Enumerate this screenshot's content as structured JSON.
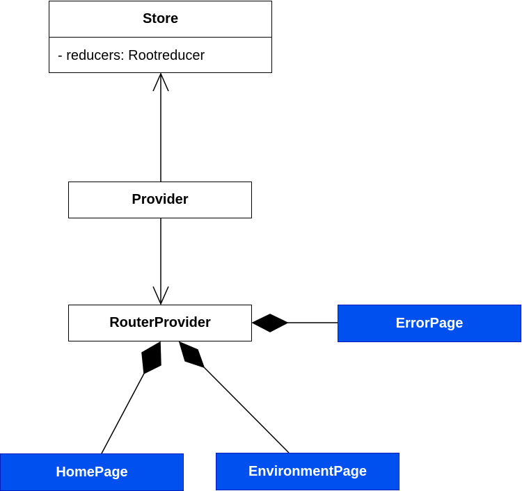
{
  "diagram": {
    "nodes": {
      "store": {
        "title": "Store",
        "attribute": "- reducers: Rootreducer"
      },
      "provider": {
        "title": "Provider"
      },
      "router_provider": {
        "title": "RouterProvider"
      },
      "error_page": {
        "title": "ErrorPage",
        "fill": "#0050ef"
      },
      "home_page": {
        "title": "HomePage",
        "fill": "#0050ef"
      },
      "environment_page": {
        "title": "EnvironmentPage",
        "fill": "#0050ef"
      }
    },
    "edges": [
      {
        "from": "provider",
        "to": "store",
        "type": "dependency-open-arrow"
      },
      {
        "from": "provider",
        "to": "router_provider",
        "type": "dependency-open-arrow"
      },
      {
        "from": "error_page",
        "to": "router_provider",
        "type": "composition"
      },
      {
        "from": "home_page",
        "to": "router_provider",
        "type": "composition"
      },
      {
        "from": "environment_page",
        "to": "router_provider",
        "type": "composition"
      }
    ]
  }
}
